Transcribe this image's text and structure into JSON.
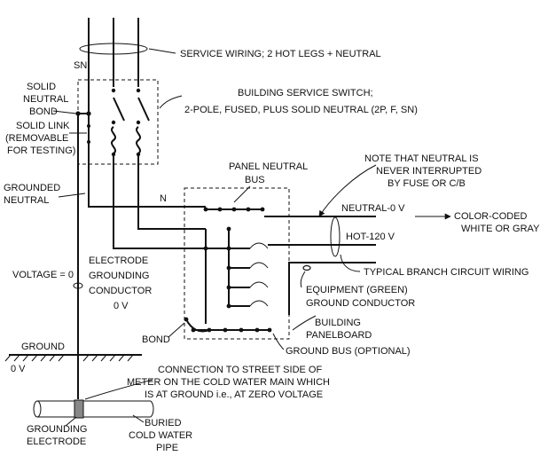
{
  "labels": {
    "service_wiring": "SERVICE WIRING; 2 HOT LEGS + NEUTRAL",
    "sn": "SN",
    "solid_neutral_bond": [
      "SOLID",
      "NEUTRAL",
      "BOND"
    ],
    "solid_link": [
      "SOLID LINK",
      "(REMOVABLE",
      "FOR TESTING)"
    ],
    "building_service_switch": [
      "BUILDING SERVICE SWITCH;",
      "2-POLE, FUSED, PLUS SOLID NEUTRAL (2P, F, SN)"
    ],
    "note_neutral": [
      "NOTE THAT NEUTRAL IS",
      "NEVER INTERRUPTED",
      "BY FUSE OR C/B"
    ],
    "panel_neutral_bus": [
      "PANEL NEUTRAL",
      "BUS"
    ],
    "grounded_neutral": [
      "GROUNDED",
      "NEUTRAL"
    ],
    "n": "N",
    "neutral_0v": "NEUTRAL-0 V",
    "color_coded": [
      "COLOR-CODED",
      "WHITE OR GRAY"
    ],
    "hot_120v": "HOT-120 V",
    "typical_branch": "TYPICAL BRANCH CIRCUIT WIRING",
    "voltage_0": "VOLTAGE = 0",
    "electrode_grounding_conductor": [
      "ELECTRODE",
      "GROUNDING",
      "CONDUCTOR",
      "0 V"
    ],
    "equipment_ground": [
      "EQUIPMENT (GREEN)",
      "GROUND CONDUCTOR"
    ],
    "building_panelboard": [
      "BUILDING",
      "PANELBOARD"
    ],
    "bond": "BOND",
    "ground_bus": "GROUND BUS (OPTIONAL)",
    "ground": [
      "GROUND",
      "0 V"
    ],
    "connection_note": [
      "CONNECTION TO STREET SIDE OF",
      "METER ON THE COLD WATER MAIN WHICH",
      "IS AT GROUND i.e., AT ZERO VOLTAGE"
    ],
    "grounding_electrode": [
      "GROUNDING",
      "ELECTRODE"
    ],
    "buried_pipe": [
      "BURIED",
      "COLD WATER",
      "PIPE"
    ]
  }
}
